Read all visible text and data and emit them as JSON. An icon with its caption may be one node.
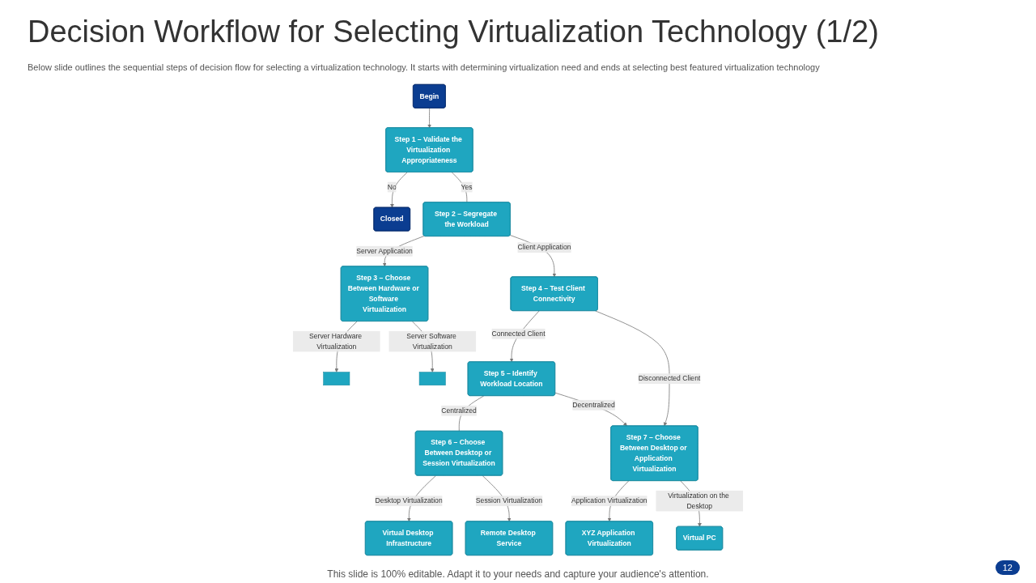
{
  "diagram": {
    "title": "Decision Workflow for Selecting Virtualization Technology (1/2)",
    "nodes": [
      {
        "text": [
          "Begin"
        ]
      },
      {
        "text": [
          "Step 1 – Validate the Virtualization Appropriateness"
        ]
      },
      {
        "text": [
          "Closed"
        ]
      },
      {
        "text": [
          "Step 3 – Choose Between Hardware or Software Virtualization"
        ]
      },
      {
        "text": [
          "Step 2 – Segregate the Workload"
        ]
      },
      {
        "text": [
          "Step 4 – Test Client Connectivity"
        ]
      },
      {
        "text": [
          "Step 5 – Identify Workload Location"
        ]
      },
      {
        "text": [
          "Step 6 – Choose Between Desktop or Session Virtualization"
        ]
      },
      {
        "text": [
          "Step 7 – Choose Between Desktop or Application Virtualization"
        ]
      },
      {
        "text": [],
        "shape": "box"
      },
      {
        "text": [],
        "shape": "box"
      },
      {
        "text": [
          "Virtual Desktop Infrastructure"
        ]
      },
      {
        "text": [
          "Remote Desktop Service"
        ]
      },
      {
        "text": [
          "XYZ Application Virtualization"
        ]
      },
      {
        "text": [
          "Virtual PC"
        ]
      }
    ],
    "edges": [
      {
        "from": 0,
        "to": 1,
        "arrow": "to"
      },
      {
        "from": 1,
        "to": 2,
        "arrow": "to",
        "label": "No"
      },
      {
        "from": 1,
        "to": 4,
        "arrow": "none",
        "label": "Yes"
      },
      {
        "from": 4,
        "to": 3,
        "arrow": "to",
        "label": "Server Application"
      },
      {
        "from": 4,
        "to": 5,
        "arrow": "to",
        "label": "Client Application"
      },
      {
        "from": 5,
        "to": 6,
        "arrow": "to",
        "label": "Connected Client"
      },
      {
        "from": 5,
        "to": 8,
        "arrow": "to",
        "label": "Disconnected Client"
      },
      {
        "from": 6,
        "to": 7,
        "arrow": "none",
        "label": "Centralized"
      },
      {
        "from": 6,
        "to": 8,
        "arrow": "to",
        "label": "Decentralized"
      },
      {
        "from": 3,
        "to": 9,
        "arrow": "to",
        "label": "Server Hardware Virtualization"
      },
      {
        "from": 3,
        "to": 10,
        "arrow": "to",
        "label": "Server Software Virtualization"
      },
      {
        "from": 7,
        "to": 11,
        "arrow": "to",
        "label": "Desktop Virtualization"
      },
      {
        "from": 7,
        "to": 12,
        "arrow": "to",
        "label": "Session Virtualization"
      },
      {
        "from": 8,
        "to": 13,
        "arrow": "to",
        "label": "Application Virtualization"
      },
      {
        "from": 8,
        "to": 14,
        "arrow": "to",
        "label": "Virtualization on the Desktop"
      }
    ],
    "labels": [
      "Below slide outlines the sequential steps of decision flow for selecting a virtualization technology. It starts with determining virtualization need and ends at selecting best featured virtualization technology",
      "This slide is 100% editable. Adapt it to your needs and capture your audience's attention.",
      "12"
    ]
  }
}
